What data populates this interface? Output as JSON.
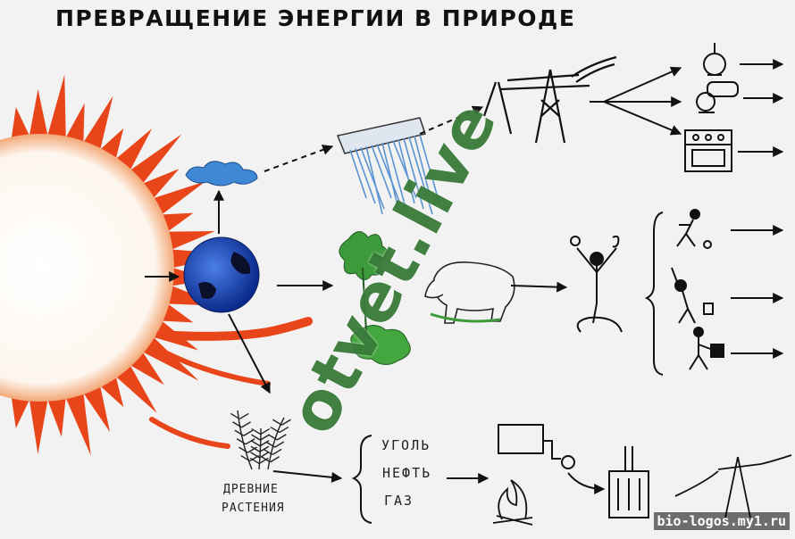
{
  "title": "ПРЕВРАЩЕНИЕ ЭНЕРГИИ В ПРИРОДЕ",
  "labels": {
    "ancient_plants_line1": "ДРЕВНИЕ",
    "ancient_plants_line2": "РАСТЕНИЯ",
    "coal": "УГОЛЬ",
    "oil": "НЕФТЬ",
    "gas": "ГАЗ"
  },
  "watermark": "otvet.live",
  "site": "bio-logos.my1.ru",
  "colors": {
    "sun_rays": "#e8461a",
    "sun_core": "#ffffff",
    "earth": "#1f4fc9",
    "cloud": "#3f88d6",
    "rain": "#5a93d1",
    "plant": "#3d9a3a",
    "watermark": "#2c6e2c",
    "ink": "#111111"
  }
}
